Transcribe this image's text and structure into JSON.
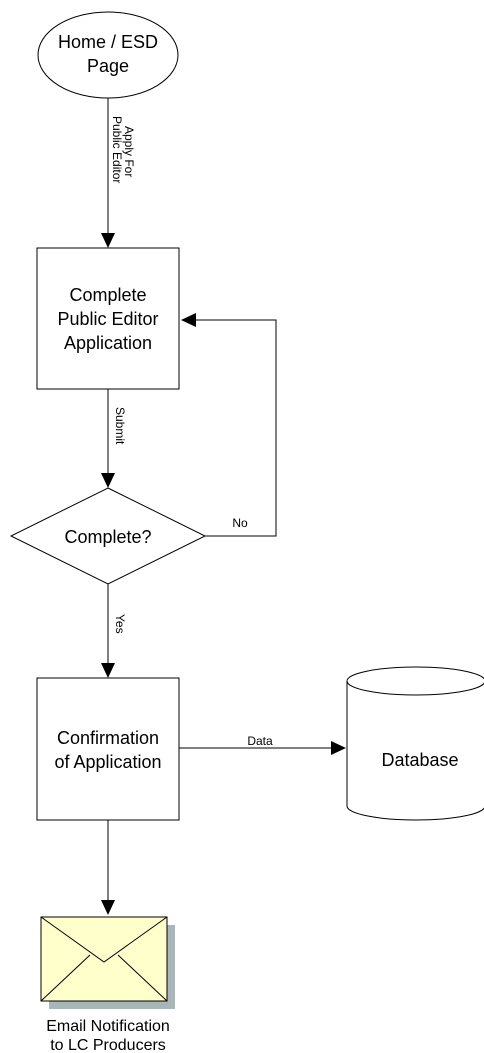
{
  "nodes": {
    "home": {
      "line1": "Home / ESD",
      "line2": "Page"
    },
    "complete_application": {
      "line1": "Complete",
      "line2": "Public Editor",
      "line3": "Application"
    },
    "decision": {
      "label": "Complete?"
    },
    "confirmation": {
      "line1": "Confirmation",
      "line2": "of Application"
    },
    "database": {
      "label": "Database"
    },
    "email": {
      "line1": "Email Notification",
      "line2": "to LC Producers"
    }
  },
  "edges": {
    "apply": {
      "line1": "Apply For",
      "line2": "Public Editor"
    },
    "submit": {
      "label": "Submit"
    },
    "no": {
      "label": "No"
    },
    "yes": {
      "label": "Yes"
    },
    "data": {
      "label": "Data"
    }
  },
  "colors": {
    "stroke": "#000000",
    "shape_fill": "#ffffff",
    "envelope_fill": "#ffffcc",
    "envelope_shadow": "#a8b6b8"
  },
  "icons": {
    "email": "envelope-icon",
    "database": "database-cylinder-icon"
  }
}
